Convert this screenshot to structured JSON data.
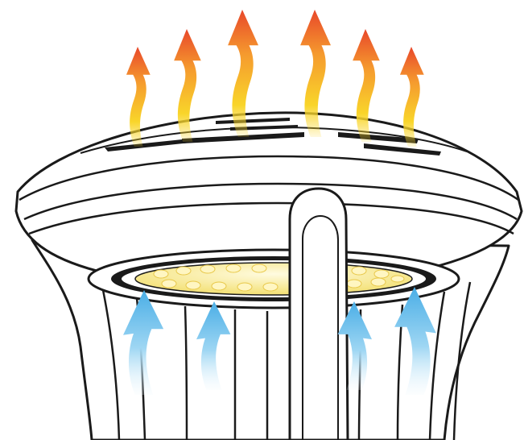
{
  "figure": {
    "subject": "lamp-head-airflow",
    "heat_flow": {
      "direction": "up",
      "arrow_count": 6,
      "colors": {
        "tip": "#e8472a",
        "mid": "#f59a2e",
        "base": "#f9d52a"
      }
    },
    "cool_air_flow": {
      "direction": "up-inward",
      "arrow_count": 4,
      "colors": {
        "tip": "#4aaee6",
        "mid": "#9ed6f3",
        "base": "#eef8fd"
      }
    },
    "led_array": {
      "color": "#f4e27a",
      "highlight": "#fffbe0",
      "rings": 3
    },
    "outline_color": "#1a1a1a"
  }
}
